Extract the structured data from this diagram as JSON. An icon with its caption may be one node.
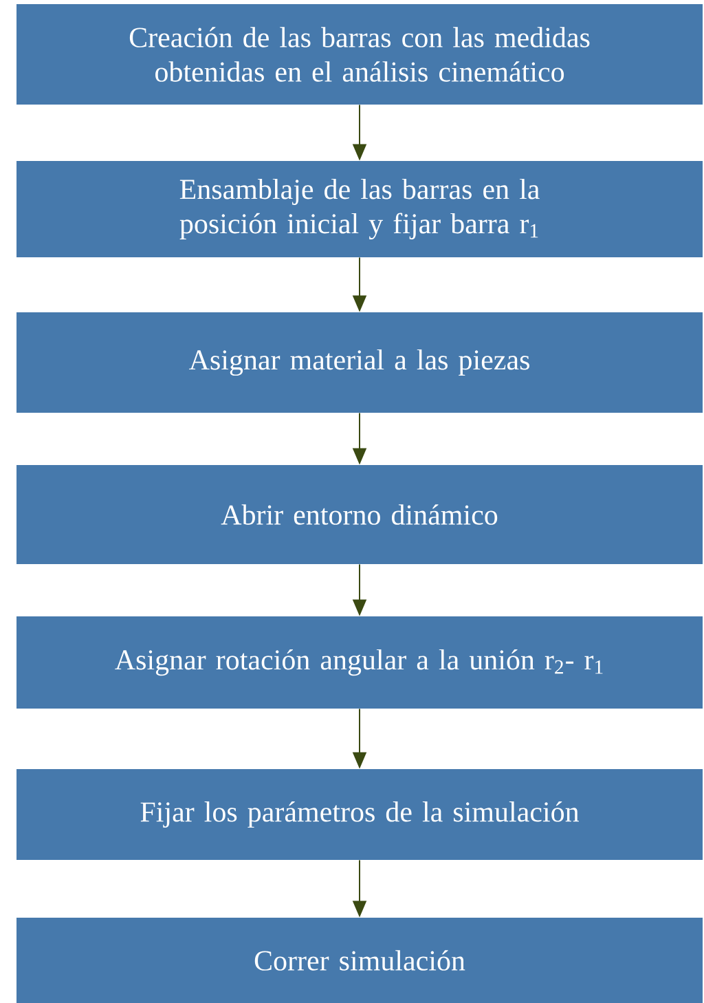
{
  "diagram": {
    "nodes": [
      {
        "text": [
          "Creación de las barras con las medidas obtenidas en el análisis cinemático"
        ]
      },
      {
        "text": [
          "Ensamblaje de las barras en la posición inicial y fijar barra r$_{1}$"
        ]
      },
      {
        "text": [
          "Asignar material a las piezas"
        ]
      },
      {
        "text": [
          "Abrir entorno dinámico"
        ]
      },
      {
        "text": [
          "Asignar rotación angular a la unión r$_{2}$- r$_{1}$"
        ]
      },
      {
        "text": [
          "Fijar los parámetros de la simulación"
        ]
      },
      {
        "text": [
          "Correr simulación"
        ]
      }
    ],
    "edges": [
      {
        "from": 0,
        "to": 1,
        "arrow": "to"
      },
      {
        "from": 1,
        "to": 2,
        "arrow": "to"
      },
      {
        "from": 2,
        "to": 3,
        "arrow": "to"
      },
      {
        "from": 3,
        "to": 4,
        "arrow": "to"
      },
      {
        "from": 4,
        "to": 5,
        "arrow": "to"
      },
      {
        "from": 5,
        "to": 6,
        "arrow": "to"
      }
    ]
  }
}
